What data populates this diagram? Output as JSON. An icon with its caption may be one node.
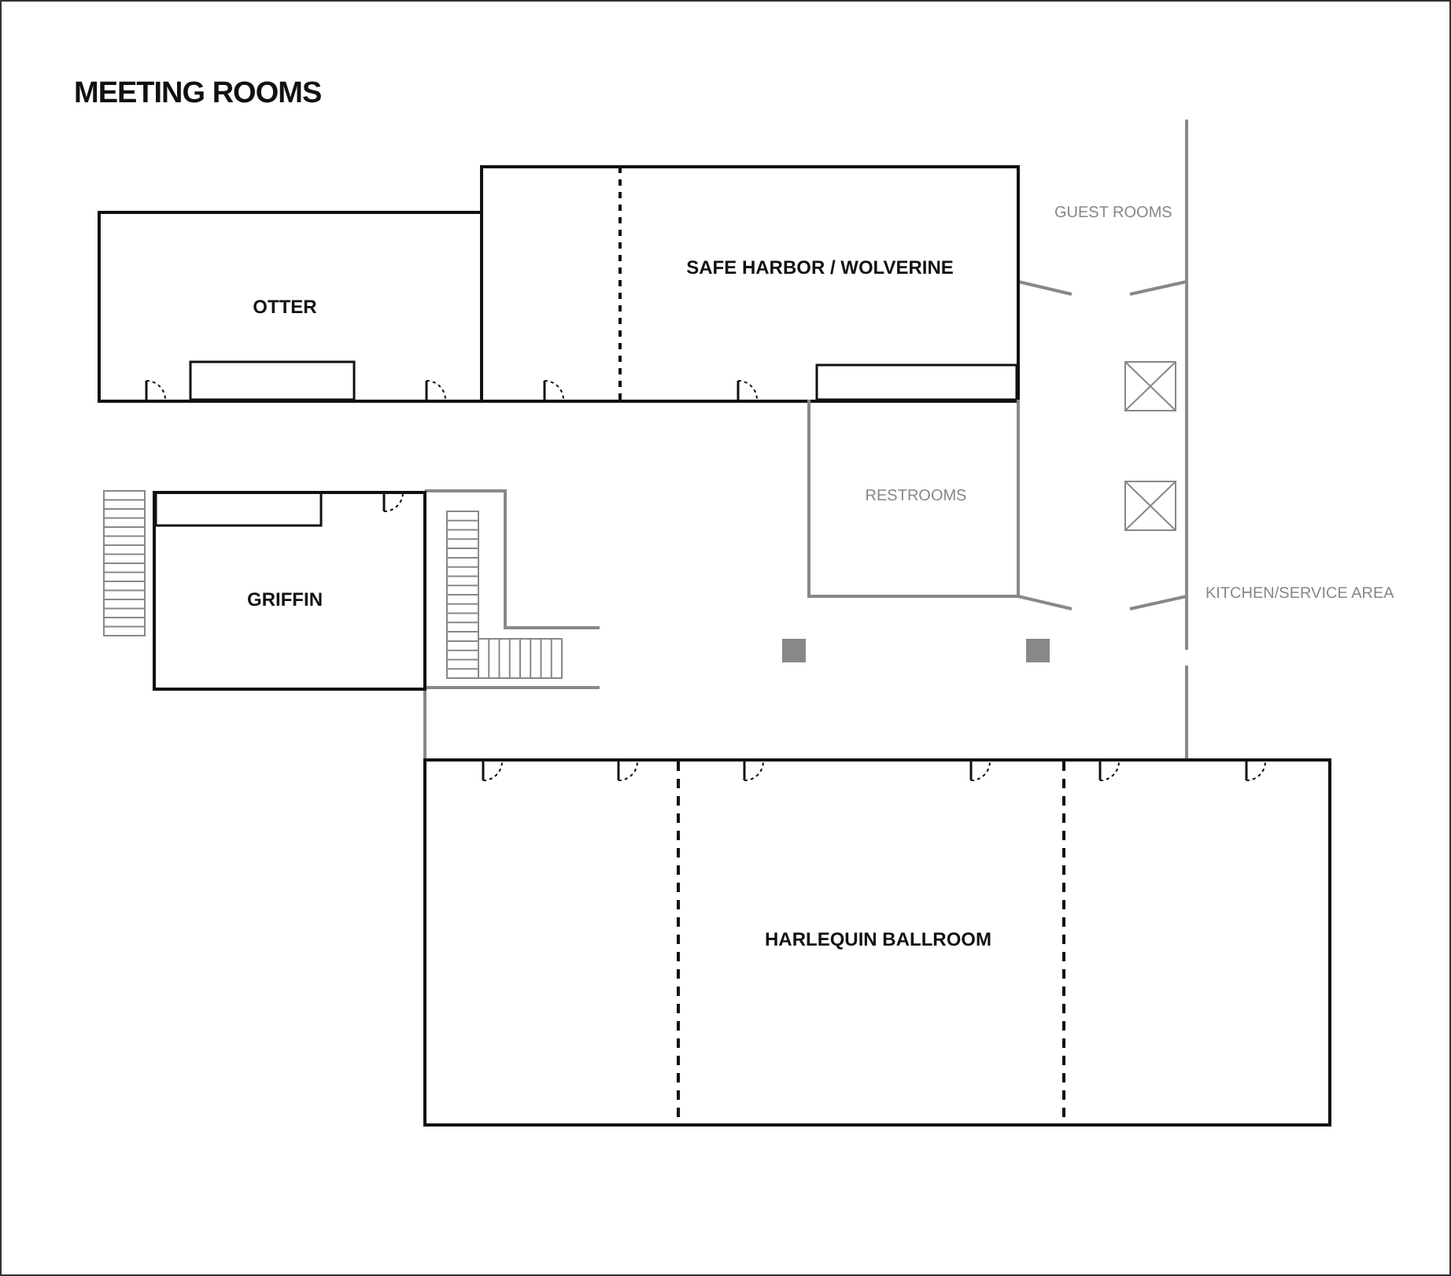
{
  "diagram": {
    "title": "MEETING ROOMS",
    "nodes": [
      {
        "text": [
          "OTTER"
        ]
      },
      {
        "text": [
          "SAFE HARBOR / WOLVERINE"
        ]
      },
      {
        "text": [
          "GRIFFIN"
        ]
      },
      {
        "text": [
          "RESTROOMS"
        ]
      },
      {
        "text": [
          "HARLEQUIN BALLROOM"
        ]
      }
    ],
    "labels": [
      "GUEST ROOMS",
      "KITCHEN/SERVICE AREA"
    ]
  }
}
